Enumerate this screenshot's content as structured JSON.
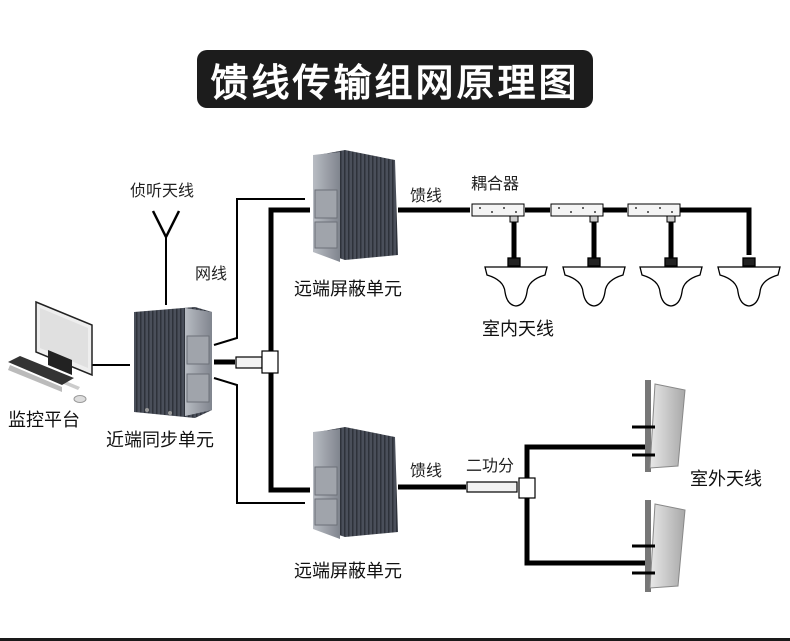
{
  "title": "馈线传输组网原理图",
  "labels": {
    "monitor_antenna": "侦听天线",
    "network_cable": "网线",
    "monitoring_platform": "监控平台",
    "near_end_sync_unit": "近端同步单元",
    "remote_unit_top": "远端屏蔽单元",
    "remote_unit_bottom": "远端屏蔽单元",
    "feeder_top": "馈线",
    "feeder_bottom": "馈线",
    "coupler": "耦合器",
    "indoor_antenna": "室内天线",
    "two_way_splitter": "二功分",
    "outdoor_antenna": "室外天线"
  },
  "components": {
    "couplers_count": 3,
    "indoor_antennas_count": 4,
    "outdoor_antennas_count": 2,
    "remote_units_count": 2
  },
  "colors": {
    "title_bg": "#1c1c1c",
    "title_fg": "#ffffff",
    "cable": "#000000",
    "device_body": "#4a4f5a",
    "device_panel": "#9a9ea6"
  }
}
